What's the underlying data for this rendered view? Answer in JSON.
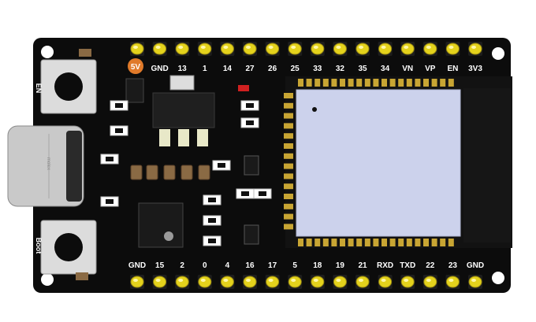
{
  "board": {
    "colors": {
      "pcb": "#0c0c0c",
      "pin": "#e4d21c",
      "label": "#ffffff",
      "module_shield": "#ccd2ec",
      "module_pcb": "#121212",
      "gold_pad": "#c8a533",
      "button_body": "#dcdcdc",
      "usb_shell": "#c9c9c9",
      "five_v_marker": "#e07a2a"
    },
    "top_header_labels": [
      "5V",
      "GND",
      "13",
      "1",
      "14",
      "27",
      "26",
      "25",
      "33",
      "32",
      "35",
      "34",
      "VN",
      "VP",
      "EN",
      "3V3"
    ],
    "bottom_header_labels": [
      "GND",
      "15",
      "2",
      "0",
      "4",
      "16",
      "17",
      "5",
      "18",
      "19",
      "21",
      "RXD",
      "TXD",
      "22",
      "23",
      "GND"
    ],
    "buttons": {
      "en_label": "EN",
      "boot_label": "Boot"
    },
    "usb": {
      "brand": "molex"
    },
    "icons": {
      "pin": "gold-header-pin-icon",
      "mounting_hole": "mounting-hole-icon",
      "chip_logo": "silicon-labs-logo-icon"
    }
  }
}
